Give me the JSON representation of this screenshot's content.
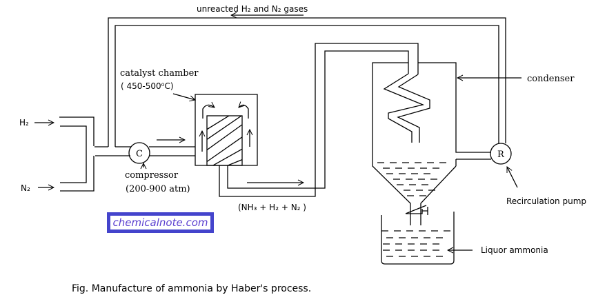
{
  "labels": {
    "recycle": "unreacted H₂ and N₂ gases",
    "catalyst": "catalyst chamber",
    "catalyst_temp": "( 450-500⁰C)",
    "h2": "H₂",
    "n2": "N₂",
    "compressor_symbol": "C",
    "compressor": "compressor",
    "compressor_pressure": "(200-900 atm)",
    "mixture": "(NH₃ + H₂ + N₂ )",
    "condenser": "condenser",
    "pump_symbol": "R",
    "pump": "Recirculation pump",
    "liquor": "Liquor ammonia"
  },
  "watermark": "chemicalnote.com",
  "caption": "Fig. Manufacture of ammonia by Haber's process."
}
